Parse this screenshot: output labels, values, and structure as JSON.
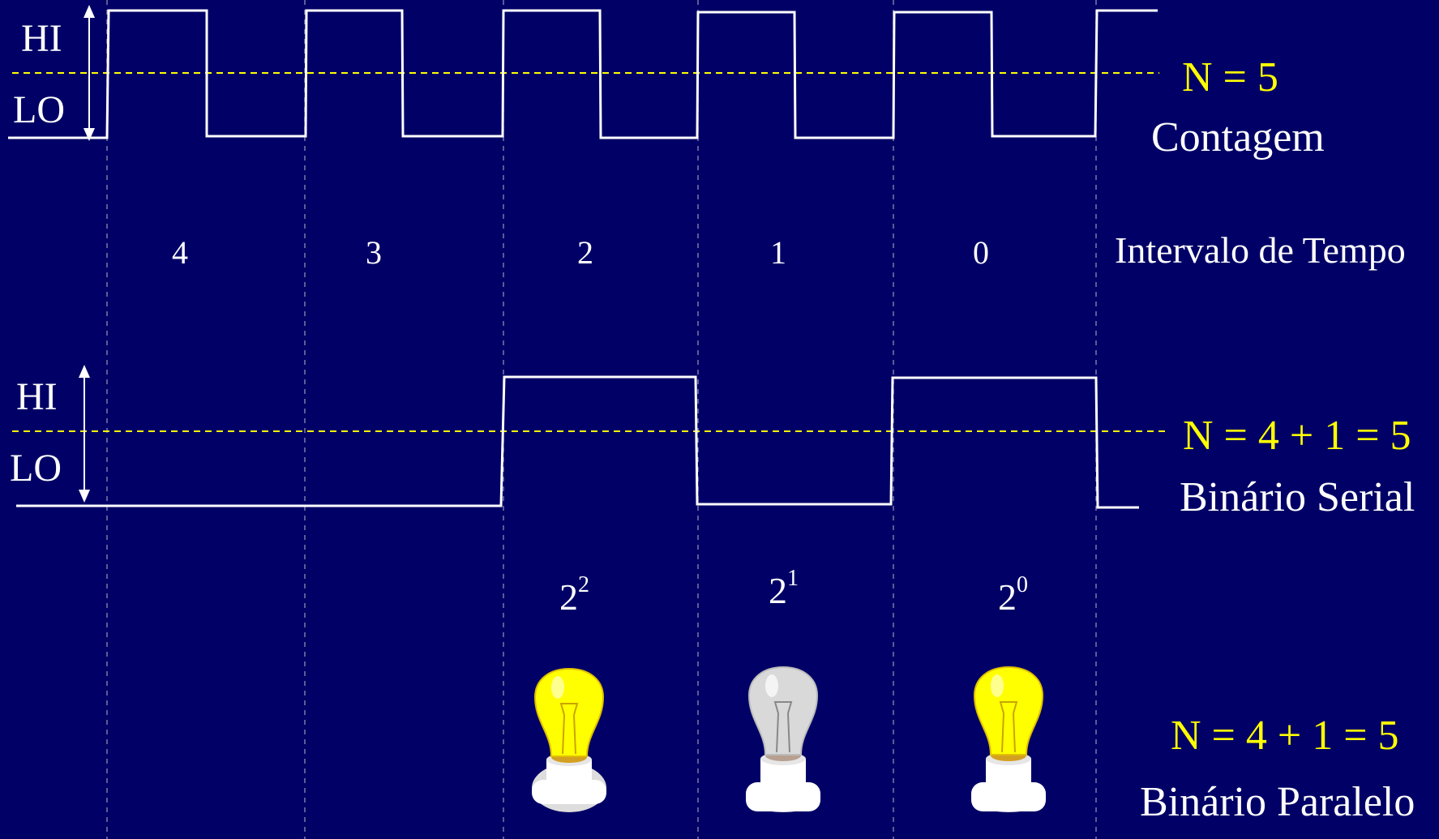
{
  "top_waveform": {
    "hi_label": "HI",
    "lo_label": "LO",
    "equation": "N = 5",
    "caption": "Contagem",
    "pulses": 5
  },
  "time_intervals": {
    "caption": "Intervalo de Tempo",
    "labels": [
      "4",
      "3",
      "2",
      "1",
      "0"
    ]
  },
  "serial_waveform": {
    "hi_label": "HI",
    "lo_label": "LO",
    "equation": "N = 4 + 1 = 5",
    "caption": "Binário Serial",
    "bits": [
      0,
      0,
      1,
      0,
      1
    ]
  },
  "powers": [
    {
      "base": "2",
      "exp": "2"
    },
    {
      "base": "2",
      "exp": "1"
    },
    {
      "base": "2",
      "exp": "0"
    }
  ],
  "parallel": {
    "equation": "N = 4 + 1 = 5",
    "caption": "Binário Paralelo",
    "bulbs": [
      {
        "state": "on",
        "icon": "lit-bulb-icon"
      },
      {
        "state": "off",
        "icon": "unlit-bulb-icon"
      },
      {
        "state": "on",
        "icon": "lit-bulb-icon"
      }
    ]
  },
  "colors": {
    "background": "#000066",
    "line": "#ffffff",
    "threshold": "#ffff00",
    "accent_text": "#ffff00",
    "grid": "#8c8cb4",
    "bulb_on": "#ffff00",
    "bulb_off": "#d9d9d9"
  }
}
